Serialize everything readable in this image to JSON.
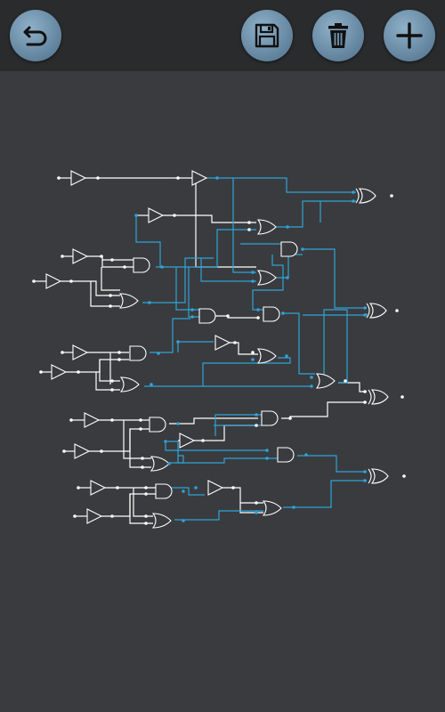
{
  "toolbar": {
    "buttons": [
      {
        "id": "undo",
        "icon": "undo-icon"
      },
      {
        "id": "save",
        "icon": "floppy-disk-icon"
      },
      {
        "id": "trash",
        "icon": "trash-icon"
      },
      {
        "id": "add",
        "icon": "plus-icon"
      }
    ],
    "button_color": "#7596b0",
    "bar_color": "#2a2b2d"
  },
  "canvas": {
    "background": "#3a3b3e",
    "wire_active_color": "#2ea3d8",
    "wire_inactive_color": "#ffffff",
    "gate_types": [
      "BUFFER",
      "AND",
      "OR",
      "XOR"
    ]
  }
}
